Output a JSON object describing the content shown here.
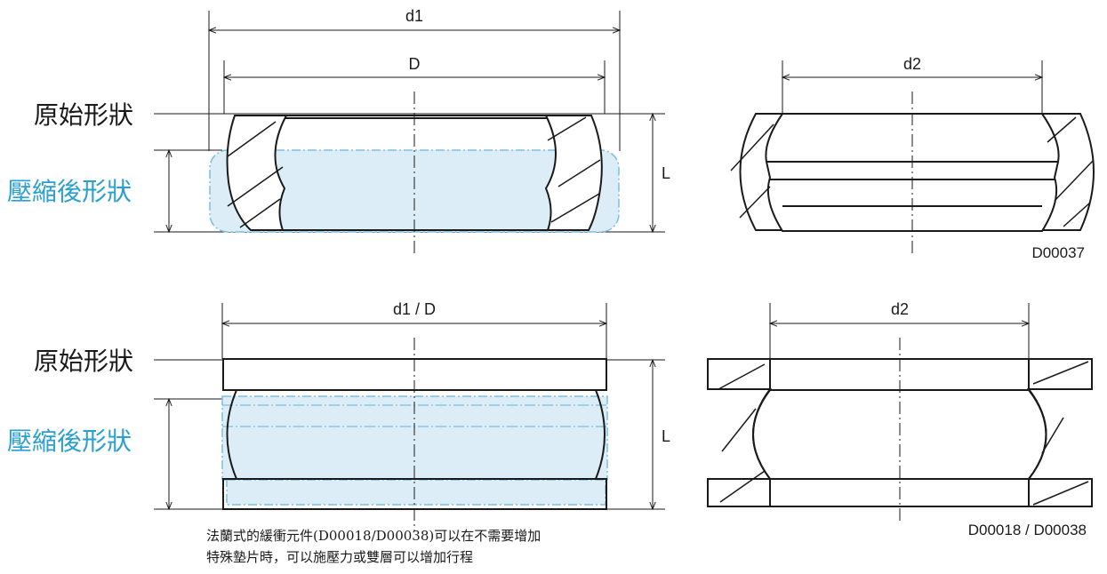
{
  "labels": {
    "original_shape": "原始形狀",
    "compressed_shape": "壓縮後形狀"
  },
  "dimensions": {
    "d1": "d1",
    "D": "D",
    "d2": "d2",
    "L": "L",
    "d1_D": "d1 / D"
  },
  "codes": {
    "top": "D00037",
    "bottom": "D00018 / D00038"
  },
  "caption": {
    "line1": "法蘭式的緩衝元件(D00018/D00038)可以在不需要增加",
    "line2": "特殊墊片時，可以施壓力或雙層可以增加行程"
  },
  "colors": {
    "compressed": "#2a9fd0",
    "compressed_fill": "#dcedf7",
    "line": "#1a1a1a"
  }
}
